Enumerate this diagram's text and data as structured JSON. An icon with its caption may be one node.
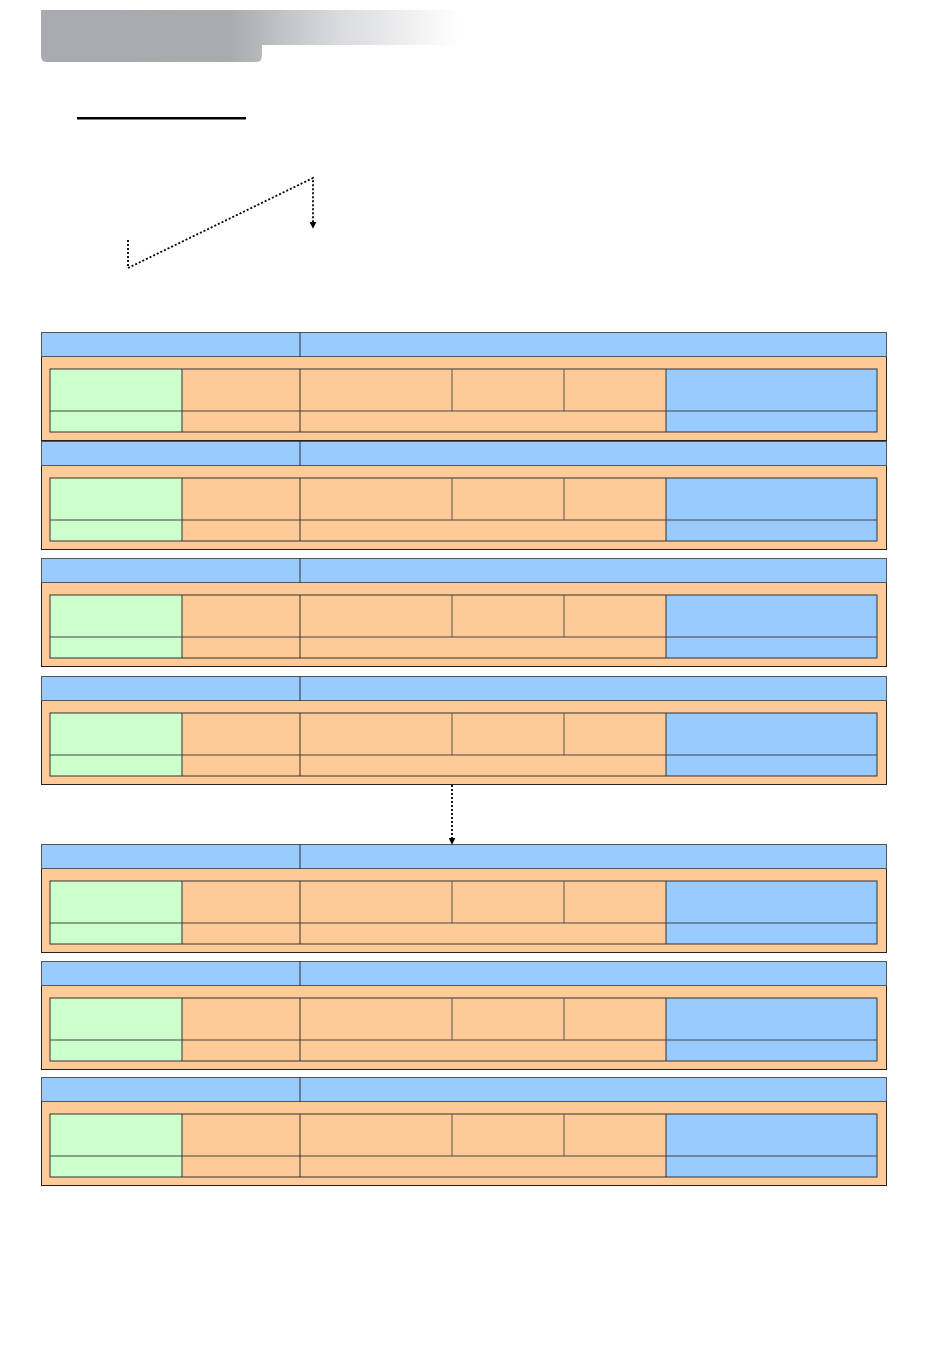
{
  "diagram": {
    "nodes": [
      {
        "text": [],
        "shape": "box"
      },
      {
        "text": [],
        "shape": "box"
      },
      {
        "text": [],
        "shape": "box"
      },
      {
        "text": [],
        "shape": "box"
      },
      {
        "text": [],
        "shape": "box"
      },
      {
        "text": [],
        "shape": "box"
      },
      {
        "text": [],
        "shape": "box"
      }
    ],
    "edges": [
      {
        "from": 3,
        "to": 4,
        "arrow": "to",
        "style": "dashed"
      }
    ]
  }
}
